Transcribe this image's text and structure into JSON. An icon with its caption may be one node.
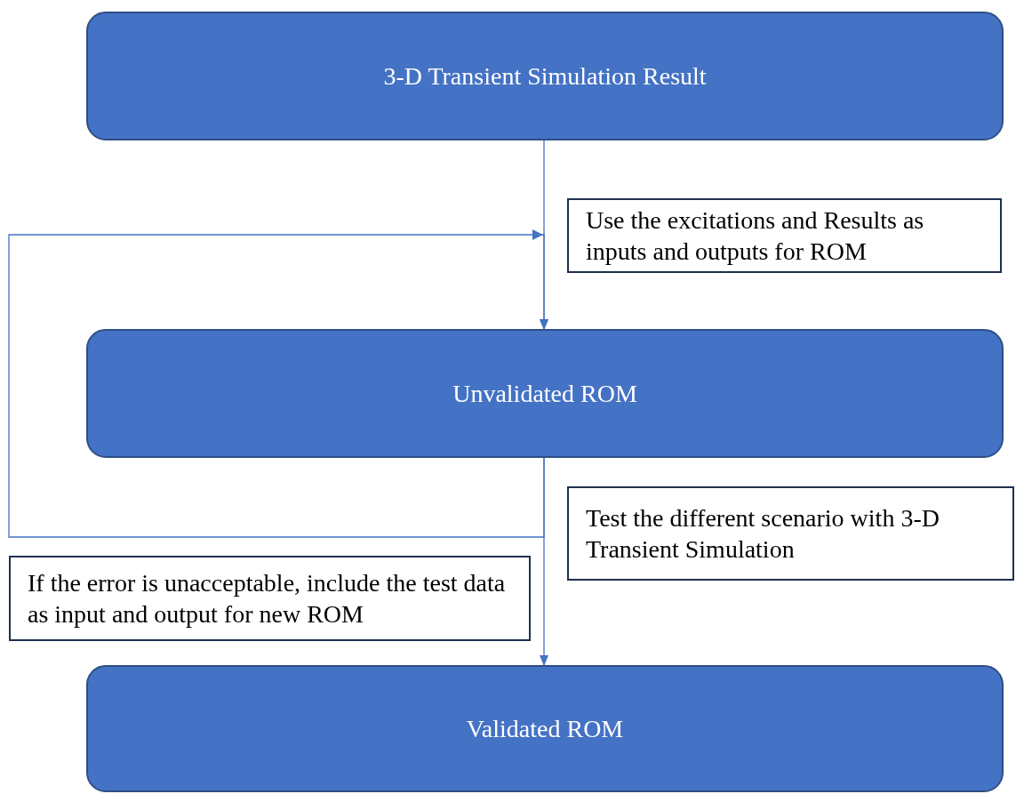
{
  "diagram": {
    "nodes": [
      {
        "text": [
          "3-D Transient Simulation Result"
        ]
      },
      {
        "text": [
          "Unvalidated ROM"
        ]
      },
      {
        "text": [
          "Validated ROM"
        ]
      },
      {
        "text": [
          "Use the excitations and Results as inputs and outputs for ROM"
        ]
      },
      {
        "text": [
          "Test the different scenario with 3-D Transient Simulation"
        ]
      },
      {
        "text": [
          "If the error is unacceptable, include the test data as input and output for new ROM"
        ]
      }
    ],
    "edges": [
      {
        "from": 0,
        "to": 1,
        "arrow": "to"
      },
      {
        "from": 1,
        "to": 2,
        "arrow": "to"
      },
      {
        "from": 1,
        "to": 1,
        "arrow": "to"
      }
    ]
  }
}
